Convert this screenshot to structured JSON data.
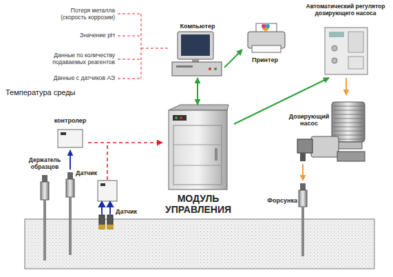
{
  "diagram": {
    "nodes": [
      {
        "text": [
          "Компьютер"
        ]
      },
      {
        "text": [
          "Принтер"
        ]
      },
      {
        "text": [
          "Автоматический регулятор дозирующего насоса"
        ]
      },
      {
        "text": [
          "МОДУЛЬ УПРАВЛЕНИЯ"
        ]
      },
      {
        "text": [
          "контролер"
        ]
      },
      {
        "text": [
          "Дозирующий насос"
        ]
      },
      {
        "text": [
          "Держатель образцов"
        ]
      },
      {
        "text": [
          "Датчик"
        ]
      },
      {
        "text": [
          "Датчик"
        ]
      },
      {
        "text": [
          "Форсунка"
        ]
      }
    ],
    "edges": [
      {
        "from": 0,
        "to": 1,
        "arrow": "to"
      },
      {
        "from": 0,
        "to": 3,
        "arrow": "both"
      },
      {
        "from": 3,
        "to": 2,
        "arrow": "to"
      },
      {
        "from": 2,
        "to": 5,
        "arrow": "to"
      },
      {
        "from": 5,
        "to": 9,
        "arrow": "to"
      },
      {
        "from": 7,
        "to": 4,
        "arrow": "to"
      },
      {
        "from": 4,
        "to": 3,
        "arrow": "to"
      }
    ],
    "labels": [
      "Потеря металла (скорость коррозии)",
      "Значение pH",
      "Данные по количеству подаваемых реагентов",
      "Данные с датчиков АЭ",
      "Температура среды"
    ]
  }
}
